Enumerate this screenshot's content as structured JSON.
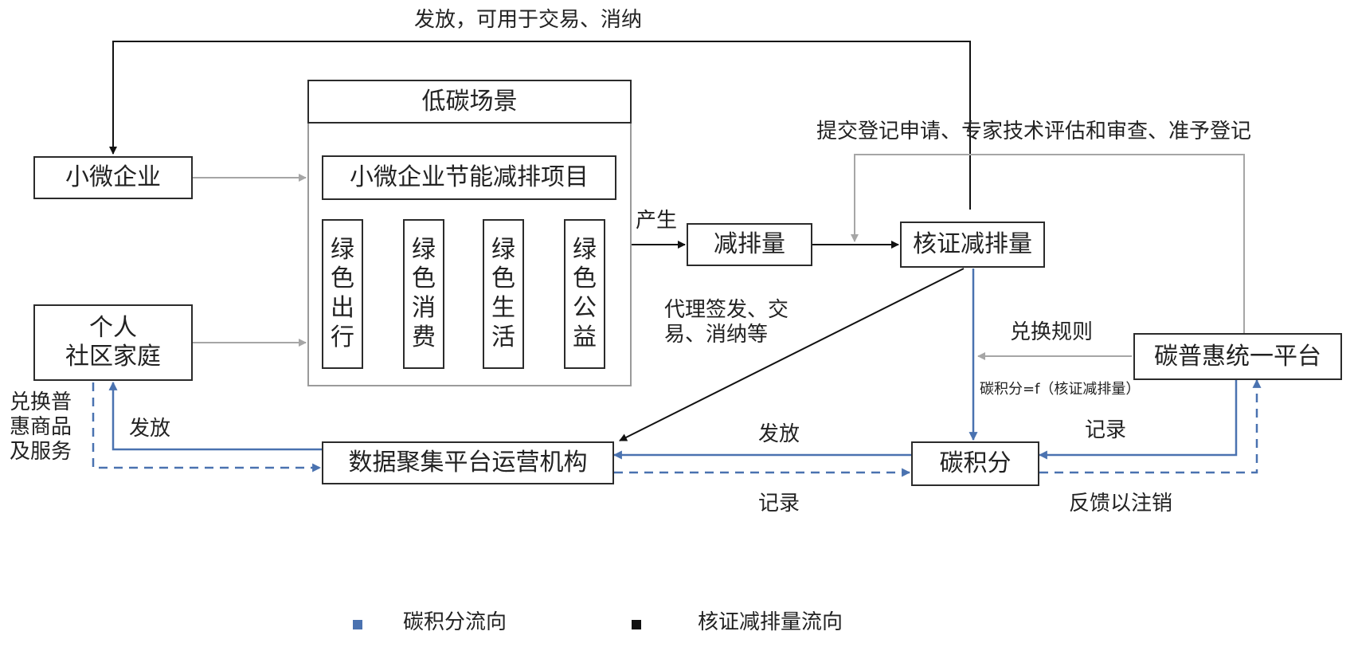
{
  "nodes": {
    "low_carbon_title": "低碳场景",
    "project": "小微企业节能减排项目",
    "green_travel": "绿\n色\n出\n行",
    "green_consumption": "绿\n色\n消\n费",
    "green_life": "绿\n色\n生\n活",
    "green_welfare": "绿\n色\n公\n益",
    "small_enterprise": "小微企业",
    "individual": "个人\n社区家庭",
    "reduction": "减排量",
    "verified_reduction": "核证减排量",
    "platform": "碳普惠统一平台",
    "operator": "数据聚集平台运营机构",
    "carbon_credit": "碳积分"
  },
  "labels": {
    "top_issue": "发放，可用于交易、消纳",
    "submit": "提交登记申请、专家技术评估和审查、准予登记",
    "produce": "产生",
    "agent": "代理签发、交\n易、消纳等",
    "exchange_rule": "兑换规则",
    "formula": "碳积分=f（核证减排量）",
    "exchange_goods": "兑换普\n惠商品\n及服务",
    "issue_left": "发放",
    "issue_mid": "发放",
    "record_mid": "记录",
    "record_right": "记录",
    "feedback": "反馈以注销"
  },
  "legend": [
    {
      "label": "碳积分流向",
      "color": "#4a72b0"
    },
    {
      "label": "核证减排量流向",
      "color": "#111111"
    }
  ],
  "colors": {
    "credit_flow": "#4a72b0",
    "verified_flow": "#111111",
    "gray_flow": "#a6a6a6"
  }
}
